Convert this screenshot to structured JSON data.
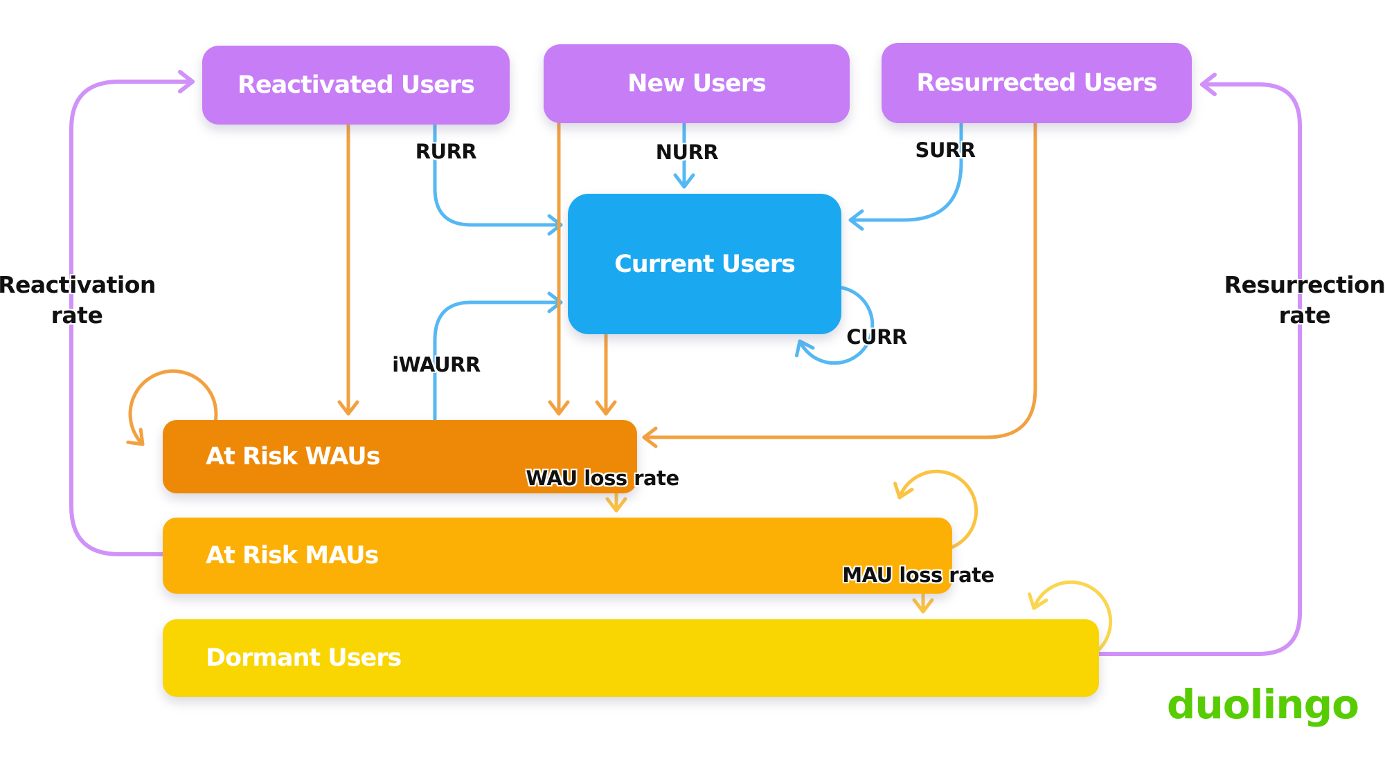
{
  "colors": {
    "background": "#ffffff",
    "box_purple": "#c77df6",
    "box_blue": "#1aa9f1",
    "box_orange": "#ed8907",
    "box_amber": "#fcb005",
    "box_yellow": "#f9d502",
    "arrow_purple": "#d092f8",
    "arrow_blue": "#55b8f4",
    "arrow_orange": "#f2a140",
    "arrow_amber": "#fbc343",
    "arrow_yellow": "#fad650",
    "label_black": "#111111",
    "logo_green": "#58cc02"
  },
  "nodes": {
    "reactivated": "Reactivated Users",
    "new": "New Users",
    "resurrected": "Resurrected Users",
    "current": "Current Users",
    "at_risk_wau": "At Risk WAUs",
    "at_risk_mau": "At Risk MAUs",
    "dormant": "Dormant Users"
  },
  "edge_labels": {
    "rurr": "RURR",
    "nurr": "NURR",
    "surr": "SURR",
    "curr": "CURR",
    "iwaurr": "iWAURR",
    "wau_loss": "WAU loss rate",
    "mau_loss": "MAU loss rate",
    "reactivation_line1": "Reactivation",
    "reactivation_line2": "rate",
    "resurrection_line1": "Resurrection",
    "resurrection_line2": "rate"
  },
  "edges": [
    {
      "from": "New Users",
      "to": "Current Users",
      "label": "NURR"
    },
    {
      "from": "Reactivated Users",
      "to": "Current Users",
      "label": "RURR"
    },
    {
      "from": "Resurrected Users",
      "to": "Current Users",
      "label": "SURR"
    },
    {
      "from": "Current Users",
      "to": "Current Users",
      "label": "CURR"
    },
    {
      "from": "At Risk WAUs",
      "to": "Current Users",
      "label": "iWAURR"
    },
    {
      "from": "Reactivated Users",
      "to": "At Risk WAUs",
      "label": ""
    },
    {
      "from": "New Users",
      "to": "At Risk WAUs",
      "label": ""
    },
    {
      "from": "Current Users",
      "to": "At Risk WAUs",
      "label": ""
    },
    {
      "from": "Resurrected Users",
      "to": "At Risk WAUs",
      "label": ""
    },
    {
      "from": "At Risk WAUs",
      "to": "At Risk WAUs",
      "label": ""
    },
    {
      "from": "At Risk WAUs",
      "to": "At Risk MAUs",
      "label": "WAU loss rate"
    },
    {
      "from": "At Risk MAUs",
      "to": "At Risk MAUs",
      "label": ""
    },
    {
      "from": "At Risk MAUs",
      "to": "Dormant Users",
      "label": "MAU loss rate"
    },
    {
      "from": "Dormant Users",
      "to": "Dormant Users",
      "label": ""
    },
    {
      "from": "At Risk MAUs",
      "to": "Reactivated Users",
      "label": "Reactivation rate"
    },
    {
      "from": "Dormant Users",
      "to": "Resurrected Users",
      "label": "Resurrection rate"
    }
  ],
  "logo": "duolingo"
}
